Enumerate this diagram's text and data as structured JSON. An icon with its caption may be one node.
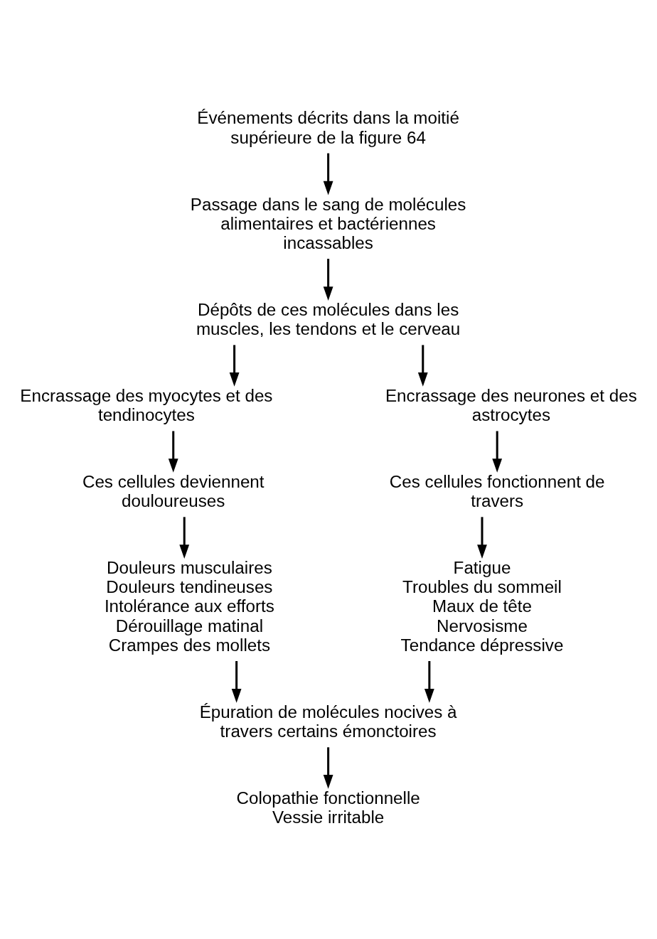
{
  "diagram": {
    "nodes": [
      {
        "text": [
          "Événements décrits dans la moitié supérieure de la figure 64"
        ]
      },
      {
        "text": [
          "Passage dans le sang de molécules alimentaires et bactériennes incassables"
        ]
      },
      {
        "text": [
          "Dépôts de ces molécules dans les muscles, les tendons et le cerveau"
        ]
      },
      {
        "text": [
          "Encrassage des myocytes et des tendinocytes"
        ]
      },
      {
        "text": [
          "Encrassage des neurones et des astrocytes"
        ]
      },
      {
        "text": [
          "Ces cellules deviennent douloureuses"
        ]
      },
      {
        "text": [
          "Ces cellules fonctionnent de travers"
        ]
      },
      {
        "text": [
          "Douleurs musculaires",
          "Douleurs tendineuses",
          "Intolérance aux efforts",
          "Dérouillage matinal",
          "Crampes des mollets"
        ]
      },
      {
        "text": [
          "Fatigue",
          "Troubles du sommeil",
          "Maux de tête",
          "Nervosisme",
          "Tendance dépressive"
        ]
      },
      {
        "text": [
          "Épuration de molécules nocives à travers certains émonctoires"
        ]
      },
      {
        "text": [
          "Colopathie fonctionnelle",
          "Vessie irritable"
        ]
      }
    ],
    "edges": [
      {
        "from": 0,
        "to": 1,
        "arrow": "to"
      },
      {
        "from": 1,
        "to": 2,
        "arrow": "to"
      },
      {
        "from": 2,
        "to": 3,
        "arrow": "to"
      },
      {
        "from": 2,
        "to": 4,
        "arrow": "to"
      },
      {
        "from": 3,
        "to": 5,
        "arrow": "to"
      },
      {
        "from": 4,
        "to": 6,
        "arrow": "to"
      },
      {
        "from": 5,
        "to": 7,
        "arrow": "to"
      },
      {
        "from": 6,
        "to": 8,
        "arrow": "to"
      },
      {
        "from": 7,
        "to": 9,
        "arrow": "to"
      },
      {
        "from": 8,
        "to": 9,
        "arrow": "to"
      },
      {
        "from": 9,
        "to": 10,
        "arrow": "to"
      }
    ]
  }
}
